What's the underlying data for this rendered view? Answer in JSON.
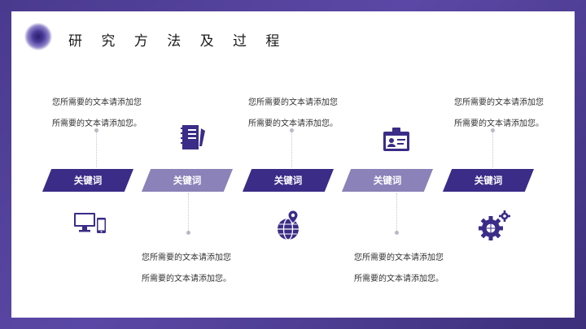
{
  "title": "研 究 方 法 及 过 程",
  "steps": [
    {
      "label": "关键词",
      "text1": "您所需要的文本请添加您",
      "text2": "所需要的文本请添加您。"
    },
    {
      "label": "关键词",
      "text1": "您所需要的文本请添加您",
      "text2": "所需要的文本请添加您。"
    },
    {
      "label": "关键词",
      "text1": "您所需要的文本请添加您",
      "text2": "所需要的文本请添加您。"
    },
    {
      "label": "关键词",
      "text1": "您所需要的文本请添加您",
      "text2": "所需要的文本请添加您。"
    },
    {
      "label": "关键词",
      "text1": "您所需要的文本请添加您",
      "text2": "所需要的文本请添加您。"
    }
  ],
  "colors": {
    "dark": "#3a2c87",
    "light": "#8a82b8",
    "frame": "#4a3a8e"
  },
  "icons": [
    "devices-icon",
    "notebook-icon",
    "globe-pin-icon",
    "id-badge-icon",
    "gears-icon"
  ]
}
